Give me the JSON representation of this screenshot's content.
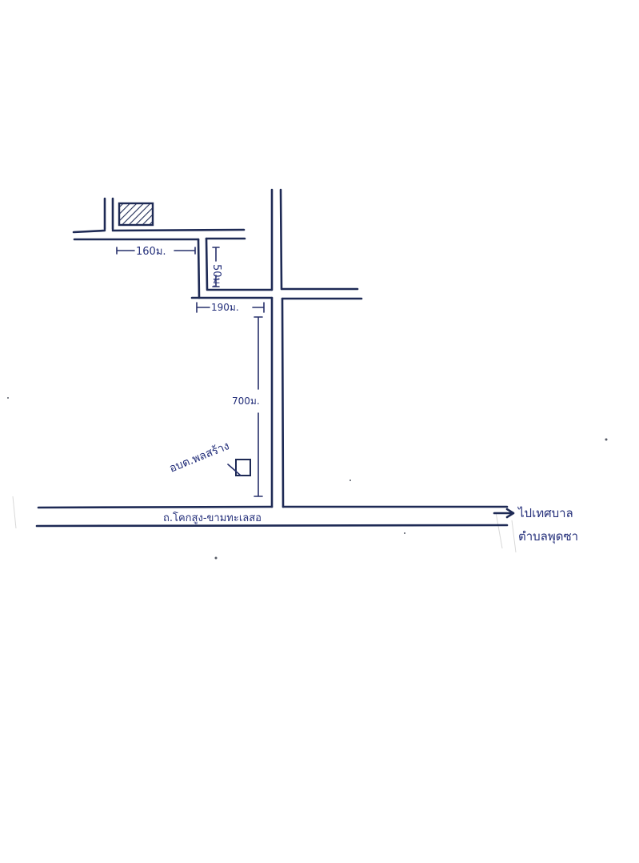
{
  "map": {
    "colors": {
      "ink": "#242f7a",
      "road": "#1e2a55",
      "paper": "#ffffff"
    },
    "dimensions": {
      "top_horizontal": "160ม.",
      "top_vertical": "50ม.",
      "middle_horizontal": "190ม.",
      "long_vertical": "700ม."
    },
    "labels": {
      "office": "อบต.พลสร้าง",
      "road_name": "ถ.โคกสูง-ขามทะเลสอ",
      "direction_line1": "ไปเทศบาล",
      "direction_line2": "ตำบลพุดซา"
    },
    "landmarks": {
      "destination_icon": "hatched-building-icon",
      "office_icon": "small-square-building-icon"
    }
  }
}
